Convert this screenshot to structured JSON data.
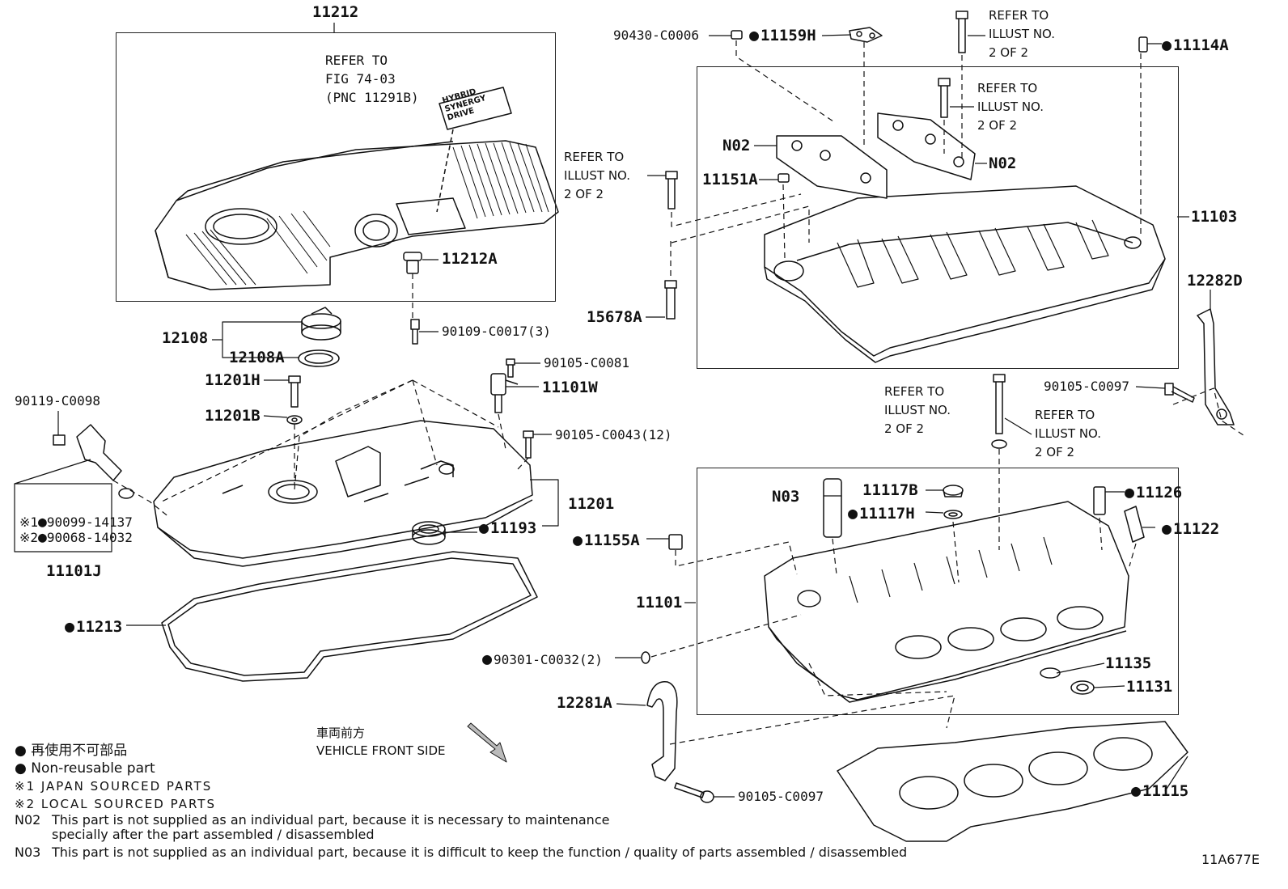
{
  "labels": {
    "p11212": "11212",
    "p11212A": "11212A",
    "p12108": "12108",
    "p12108A": "12108A",
    "p11201H": "11201H",
    "p11201B": "11201B",
    "p11201": "11201",
    "p11193": "11193",
    "p11213": "11213",
    "p11101J": "11101J",
    "p90119": "90119-C0098",
    "p90099": "90099-14137",
    "p90068": "90068-14032",
    "p90109": "90109-C0017(3)",
    "p90105_0081": "90105-C0081",
    "p11101W": "11101W",
    "p90105_0043": "90105-C0043(12)",
    "p90430": "90430-C0006",
    "p11159H": "11159H",
    "p11114A": "11114A",
    "p11151A": "11151A",
    "p15678A": "15678A",
    "pN02a": "N02",
    "pN02b": "N02",
    "p11103": "11103",
    "p12282D": "12282D",
    "p90105_0097a": "90105-C0097",
    "pN03": "N03",
    "p11117B": "11117B",
    "p11117H": "11117H",
    "p11126": "11126",
    "p11122": "11122",
    "p11155A": "11155A",
    "p11101": "11101",
    "p90301": "90301-C0032(2)",
    "p11135": "11135",
    "p11131": "11131",
    "p12281A": "12281A",
    "p11115": "11115",
    "p90105_0097b": "90105-C0097"
  },
  "markers": {
    "japan": "※1",
    "local": "※2"
  },
  "refer_fig": "REFER TO\nFIG 74-03\n(PNC 11291B)",
  "refer_illust": "REFER TO\nILLUST NO.\n2 OF 2",
  "badge": "HYBRID\nSYNERGY\nDRIVE",
  "front": {
    "jp": "車両前方",
    "en": "VEHICLE FRONT SIDE"
  },
  "legend": {
    "jp_nonreusable": "再使用不可部品",
    "nonreusable": "Non-reusable part",
    "japan": "※1 JAPAN SOURCED PARTS",
    "local": "※2 LOCAL SOURCED PARTS",
    "n02_code": "N02",
    "n02_line1": "This part is not supplied as an individual part, because it is necessary to maintenance",
    "n02_line2": "specially after the part assembled / disassembled",
    "n03_code": "N03",
    "n03_line1": "This part is not supplied as an individual part, because it is difficult to keep the function / quality of parts  assembled / disassembled"
  },
  "figure_id": "11A677E"
}
